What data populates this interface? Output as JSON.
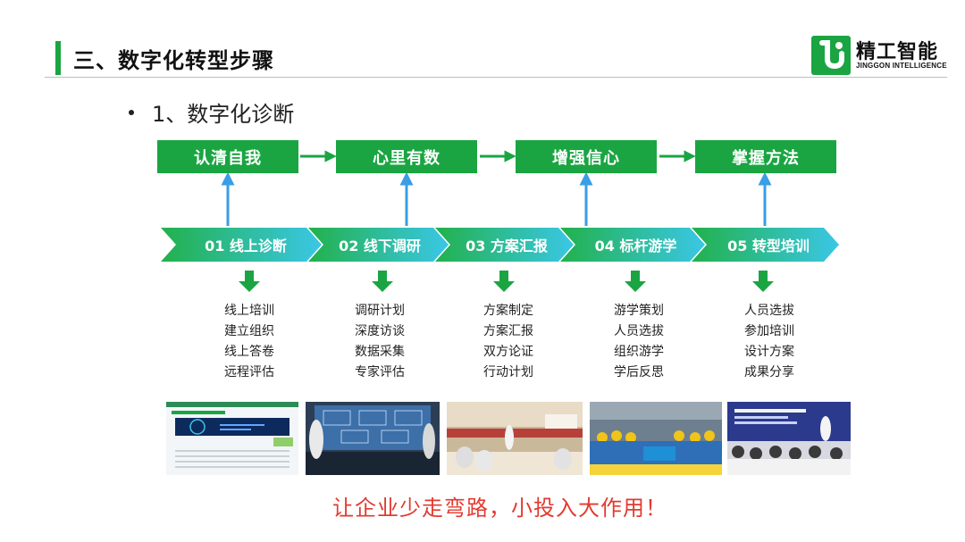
{
  "header": {
    "title": "三、数字化转型步骤",
    "logo_name": "精工智能",
    "logo_sub": "JINGGON INTELLIGENCE"
  },
  "subtitle": "1、数字化诊断",
  "goals": [
    "认清自我",
    "心里有数",
    "增强信心",
    "掌握方法"
  ],
  "steps": [
    {
      "label": "01 线上诊断",
      "tasks": [
        "线上培训",
        "建立组织",
        "线上答卷",
        "远程评估"
      ]
    },
    {
      "label": "02 线下调研",
      "tasks": [
        "调研计划",
        "深度访谈",
        "数据采集",
        "专家评估"
      ]
    },
    {
      "label": "03 方案汇报",
      "tasks": [
        "方案制定",
        "方案汇报",
        "双方论证",
        "行动计划"
      ]
    },
    {
      "label": "04 标杆游学",
      "tasks": [
        "游学策划",
        "人员选拔",
        "组织游学",
        "学后反思"
      ]
    },
    {
      "label": "05 转型培训",
      "tasks": [
        "人员选拔",
        "参加培训",
        "设计方案",
        "成果分享"
      ]
    }
  ],
  "slogan": "让企业少走弯路，小投入大作用！",
  "colors": {
    "green": "#1aa542",
    "chevron_start": "#22b14c",
    "chevron_end": "#3ac7e6",
    "blue_arrow": "#3a9ee6",
    "slogan_red": "#e23a2f"
  }
}
